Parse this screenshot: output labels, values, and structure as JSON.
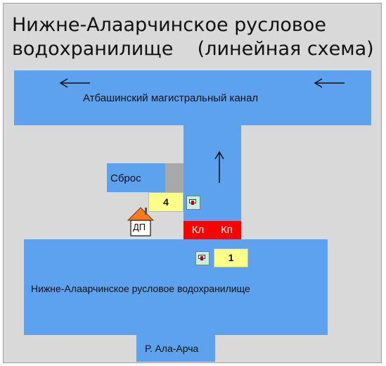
{
  "title_line1": "Нижне-Алаарчинское русловое",
  "title_line2": "водохранилище    (линейная схема)",
  "canal_label": "Атбашинский магистральный канал",
  "spillway_label": "Сброс",
  "gauge_4": "4",
  "gauge_1": "1",
  "station_label": "ДП",
  "valve_left": "Кл",
  "valve_right": "Кп",
  "reservoir_label": "Нижне-Алаарчинское русловое водохранилище",
  "river_label": "Р. Ала-Арча",
  "colors": {
    "water": "#5da2ef",
    "background": "#d9d9d9",
    "gauge": "#ffff88",
    "valve": "#ff0000",
    "station_roof": "#ff7a1a"
  },
  "icons": [
    "arrow-left-icon",
    "arrow-up-icon",
    "gate-icon",
    "house-icon"
  ]
}
